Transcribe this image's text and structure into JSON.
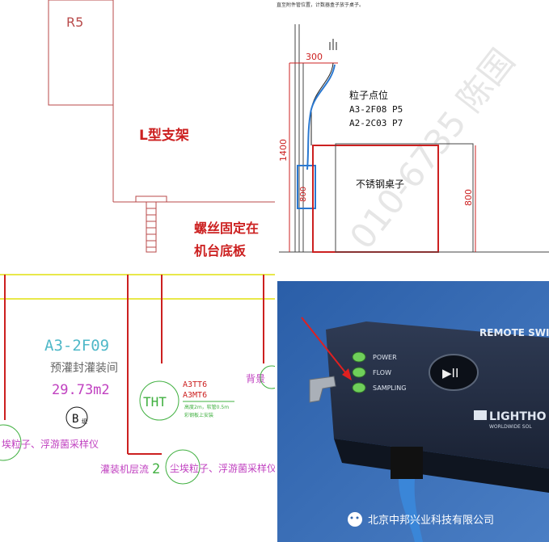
{
  "bracket_drawing": {
    "room_label": "R5",
    "bracket_label": "L型支架",
    "screw_note_line1": "螺丝固定在",
    "screw_note_line2": "机台底板"
  },
  "elevation_drawing": {
    "caption": "直至附件管位置，计数器盒子放于桌子。",
    "dim_300": "300",
    "dim_1400": "1400",
    "dim_800_left": "800",
    "dim_800_right": "800",
    "particle_title": "粒子点位",
    "particle_point_1": "A3-2F08 P5",
    "particle_point_2": "A2-2C03 P7",
    "table_label": "不锈钢桌子",
    "watermark": "010-6735 陈国"
  },
  "floor_plan": {
    "room_code": "A3-2F09",
    "room_name": "预灌封灌装间",
    "room_area": "29.73m2",
    "grade_letter": "B",
    "grade_suffix": "级",
    "tht_label": "THT",
    "tht_tag_1": "A3TT6",
    "tht_tag_2": "A3MT6",
    "tht_note_1": "高度2m，软管0.5m",
    "tht_note_2": "彩钢板上安装",
    "edge_label": "背景",
    "left_sampler": "埃粒子、浮游菌采样仪",
    "bottom_left_label": "灌装机层流",
    "circle_number": "2",
    "bottom_right_label": "尘埃粒子、浮游菌采样仪"
  },
  "device_photo": {
    "device_title": "REMOTE SWIT",
    "led_power": "POWER",
    "led_flow": "FLOW",
    "led_sampling": "SAMPLING",
    "play_symbol": "▶II",
    "brand": "LIGHTHO",
    "brand_sub": "WORLDWIDE SOL",
    "footer_company": "北京中邦兴业科技有限公司"
  },
  "colors": {
    "cad_red": "#cc2020",
    "cad_yellow": "#e8e84a",
    "cad_cyan": "#4fb8c8",
    "cad_magenta": "#c040c0",
    "cad_green": "#40b040",
    "photo_bg": "#3468b0",
    "device_dark": "#202a3c"
  }
}
